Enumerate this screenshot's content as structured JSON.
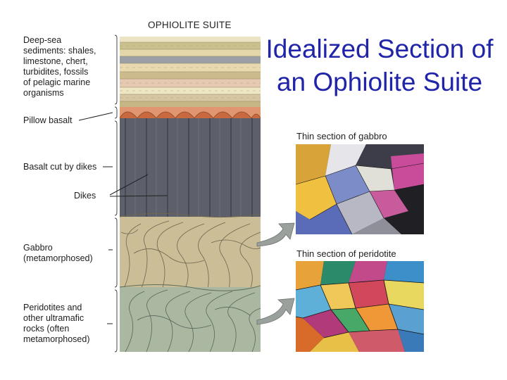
{
  "slide": {
    "title": "Idealized Section of an Ophiolite Suite"
  },
  "diagram": {
    "suite_title": "OPHIOLITE SUITE",
    "layers": [
      {
        "id": "sediments",
        "label": "Deep-sea\nsediments: shales,\nlimestone, chert,\nturbidites, fossils\nof pelagic marine\norganisms",
        "color": "#d9c89a"
      },
      {
        "id": "pillow",
        "label": "Pillow basalt",
        "color": "#d9845a"
      },
      {
        "id": "basalt",
        "label": "Basalt cut by dikes",
        "color": "#5c5e68"
      },
      {
        "id": "dikes",
        "label": "Dikes",
        "color": "#4a4c56"
      },
      {
        "id": "gabbro",
        "label": "Gabbro\n(metamorphosed)",
        "color": "#c9bc94"
      },
      {
        "id": "peridotite",
        "label": "Peridotites and\nother ultramafic\nrocks (often\nmetamorphosed)",
        "color": "#a9b7a0"
      }
    ],
    "thin_sections": [
      {
        "id": "gabbro",
        "caption": "Thin section of gabbro"
      },
      {
        "id": "peridotite",
        "caption": "Thin section of peridotite"
      }
    ]
  }
}
